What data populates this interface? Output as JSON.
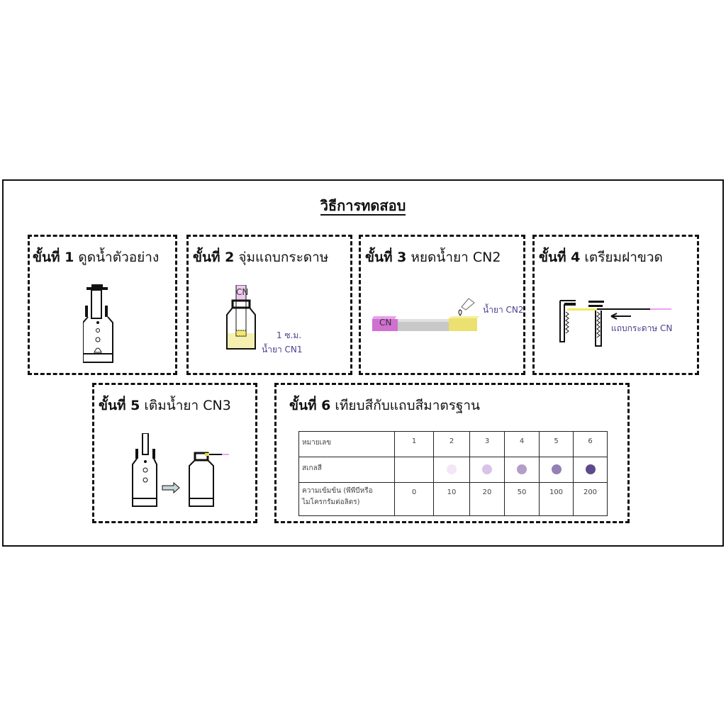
{
  "title": "วิธีการทดสอบ",
  "steps": [
    {
      "prefix": "ขั้นที่ 1",
      "text": "ดูดน้ำตัวอย่าง"
    },
    {
      "prefix": "ขั้นที่ 2",
      "text": "จุ่มแถบกระดาษ",
      "labels": {
        "strip": "CN",
        "depth": "1 ซ.ม.",
        "reagent": "น้ำยา CN1"
      }
    },
    {
      "prefix": "ขั้นที่ 3",
      "text": "หยดน้ำยา CN2",
      "labels": {
        "strip": "CN",
        "reagent": "น้ำยา CN2"
      }
    },
    {
      "prefix": "ขั้นที่ 4",
      "text": "เตรียมฝาขวด",
      "labels": {
        "strip": "แถบกระดาษ CN"
      }
    },
    {
      "prefix": "ขั้นที่ 5",
      "text": "เติมน้ำยา CN3"
    },
    {
      "prefix": "ขั้นที่ 6",
      "text": "เทียบสีกับแถบสีมาตรฐาน"
    }
  ],
  "table": {
    "row_labels": [
      "หมายเลข",
      "สเกลสี",
      "ความเข้มข้น (พีพีบีหรือ ไมโครกรัมต่อลิตร)"
    ],
    "numbers": [
      "1",
      "2",
      "3",
      "4",
      "5",
      "6"
    ],
    "colors": [
      "",
      "#f3e6f7",
      "#d9c3e6",
      "#b49dc8",
      "#9480b5",
      "#5e4a8a"
    ],
    "concentrations": [
      "0",
      "10",
      "20",
      "50",
      "100",
      "200"
    ]
  }
}
